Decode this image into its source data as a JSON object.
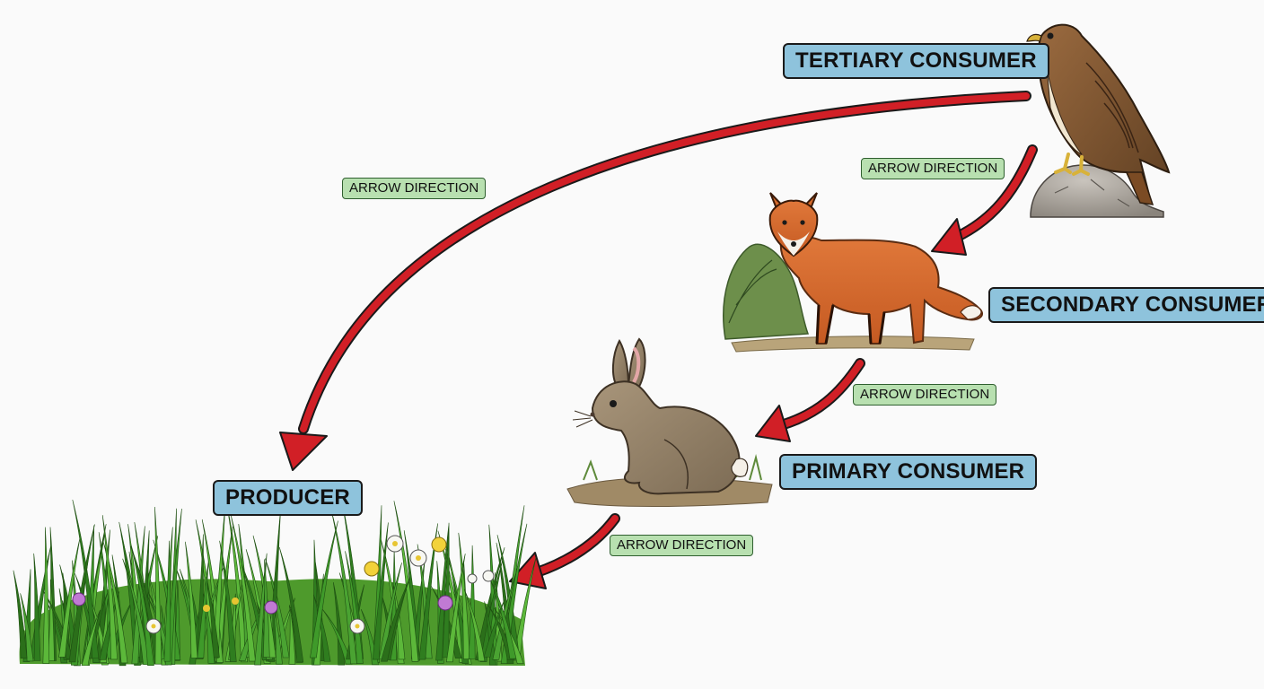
{
  "levels": {
    "tertiary": "TERTIARY CONSUMER",
    "secondary": "SECONDARY CONSUMER",
    "primary": "PRIMARY CONSUMER",
    "producer": "PRODUCER"
  },
  "arrow_labels": {
    "tertiary_to_producer": "ARROW DIRECTION",
    "tertiary_to_secondary": "ARROW DIRECTION",
    "secondary_to_primary": "ARROW DIRECTION",
    "primary_to_producer": "ARROW DIRECTION"
  },
  "organisms": {
    "tertiary": "hawk-icon",
    "secondary": "fox-icon",
    "primary": "rabbit-icon",
    "producer": "grass-icon"
  },
  "colors": {
    "arrow": "#d11f26",
    "level_label": "#8ec3dc",
    "arrow_label": "#b8e0b0"
  }
}
